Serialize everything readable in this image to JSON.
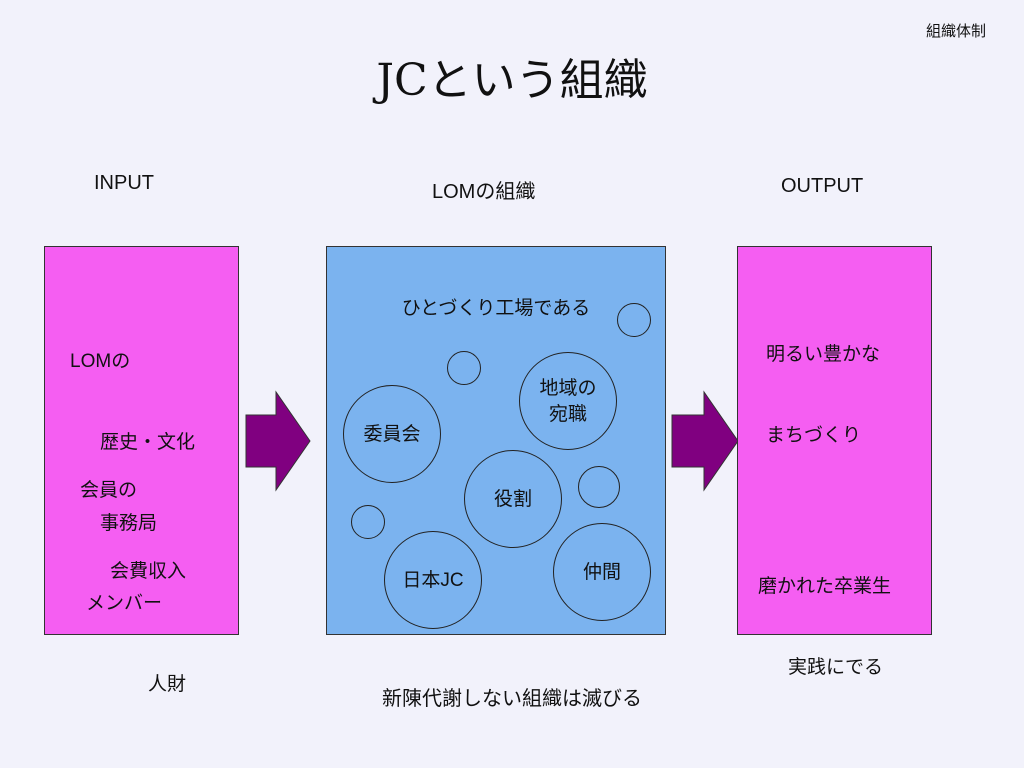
{
  "corner_label": "組織体制",
  "title": "JCという組織",
  "headings": {
    "input": "INPUT",
    "center_latin": "LOM",
    "center_jp": "の組織",
    "output": "OUTPUT"
  },
  "input_panel": {
    "item1_latin": "LOM",
    "item1_jp": "の",
    "item1_line2": "歴史・文化",
    "item1_line3": "事務局",
    "item2_line1": "会員の",
    "item2_line2": "会費収入",
    "item3_line1": "メンバー",
    "item3_line2": "人財"
  },
  "center_panel": {
    "caption": "ひとづくり工場である",
    "circles": {
      "committee": "委員会",
      "regional": "地域の\n宛職",
      "role": "役割",
      "japan_jc_jp": "日本",
      "japan_jc_latin": "JC",
      "fellows": "仲間"
    }
  },
  "output_panel": {
    "item1_line1": "明るい豊かな",
    "item1_line2": "まちづくり",
    "item2_line1": "磨かれた卒業生",
    "item2_line2": "実践にでる"
  },
  "footer": "新陳代謝しない組織は滅びる",
  "colors": {
    "background": "#f2f2fb",
    "pink_panel": "#f55ef2",
    "blue_panel": "#7bb3ef",
    "arrow": "#800080"
  }
}
